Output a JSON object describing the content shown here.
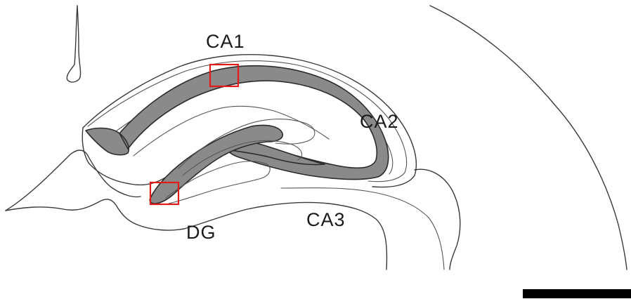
{
  "labels": {
    "ca1": "CA1",
    "ca2": "CA2",
    "ca3": "CA3",
    "dg": "DG"
  },
  "colors": {
    "roi_box": "#e01b1b",
    "line": "#3a3a3a",
    "cell_layer_fill": "#8a8a8a",
    "scale_bar": "#000000",
    "background": "#ffffff"
  },
  "rois": [
    {
      "region": "CA1"
    },
    {
      "region": "DG"
    }
  ]
}
